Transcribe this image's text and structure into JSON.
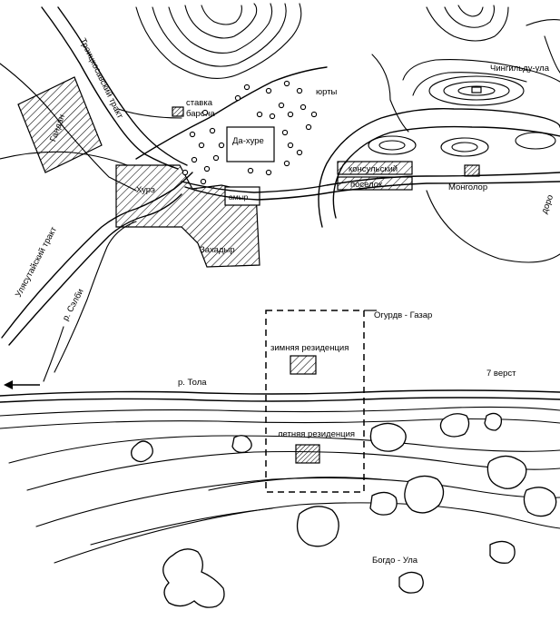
{
  "map": {
    "labels": {
      "trinity_road": "Троицкосавский тракт",
      "gandan": "Гандан",
      "baron_hq_line1": "ставка",
      "baron_hq_line2": "барона",
      "yurts": "юрты",
      "da_khure": "Да-хуре",
      "khure": "Хурэ",
      "amyr": "амыр",
      "zakhadyr": "Захадыр",
      "uliastai_road": "Улясутайский тракт",
      "selbe_river": "р. Сэлби",
      "chingiltu_ula": "Чингильду-ула",
      "consular_line1": "консульский",
      "consular_line2": "поселок",
      "mongolor": "Монголор",
      "road_right": "доро",
      "ogurdv_gazar": "Огурдв - Газар",
      "winter_residence": "зимняя резиденция",
      "tola_river": "р. Тола",
      "seven_versts": "7 верст",
      "summer_residence": "летняя резиденция",
      "bogdo_ula": "Богдо - Ула"
    },
    "colors": {
      "ink": "#000000",
      "paper": "#ffffff"
    },
    "icons": {
      "west_arrow": "arrow-left-icon",
      "hatched_building": "hatched-square-icon"
    }
  }
}
